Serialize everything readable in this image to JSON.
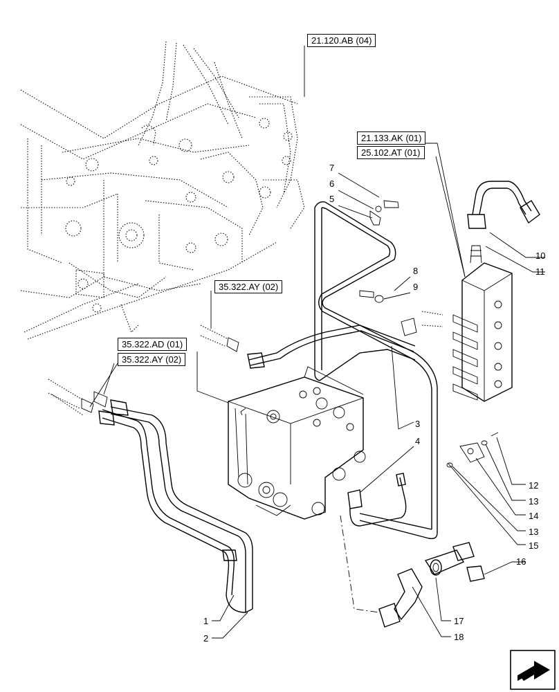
{
  "references": [
    {
      "id": "ref-21120ab",
      "text": "21.120.AB (04)"
    },
    {
      "id": "ref-21133ak",
      "text": "21.133.AK (01)"
    },
    {
      "id": "ref-25102at",
      "text": "25.102.AT (01)"
    },
    {
      "id": "ref-35322ay-a",
      "text": "35.322.AY (02)"
    },
    {
      "id": "ref-35322ad",
      "text": "35.322.AD (01)"
    },
    {
      "id": "ref-35322ay-b",
      "text": "35.322.AY (02)"
    }
  ],
  "callouts": [
    "1",
    "2",
    "3",
    "4",
    "5",
    "6",
    "7",
    "8",
    "9",
    "10",
    "11",
    "12",
    "13",
    "14",
    "13",
    "15",
    "16",
    "17",
    "18"
  ],
  "icons": {
    "navigation": "next-page-arrow-icon"
  }
}
